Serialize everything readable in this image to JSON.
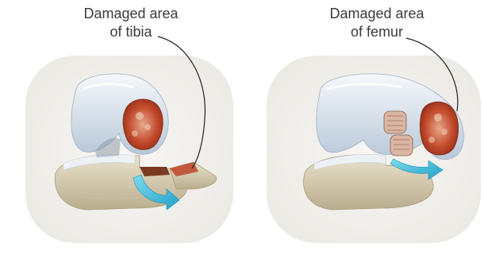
{
  "panels": [
    {
      "label_line1": "Damaged area",
      "label_line2": "of tibia"
    },
    {
      "label_line1": "Damaged area",
      "label_line2": "of femur"
    }
  ],
  "colors": {
    "panel_background": "#f4f3f0",
    "bone": "#ddd4bb",
    "cartilage": "#e8eef4",
    "damage": "#c24a2c",
    "arrow": "#35b8d8",
    "leader_line": "#222222"
  },
  "icons": {
    "arrow": "curved-arrow-icon"
  }
}
